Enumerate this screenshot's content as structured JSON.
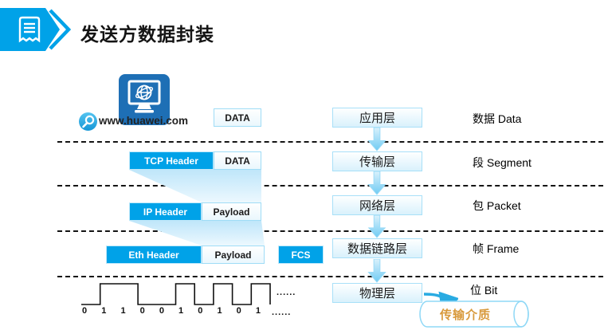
{
  "slide": {
    "title": "发送方数据封装"
  },
  "host": {
    "url": "www.huawei.com"
  },
  "layers": [
    {
      "name": "应用层",
      "pdu": "数据 Data",
      "boxes": [
        {
          "label": "DATA"
        }
      ]
    },
    {
      "name": "传输层",
      "pdu": "段 Segment",
      "boxes": [
        {
          "label": "TCP Header"
        },
        {
          "label": "DATA"
        }
      ]
    },
    {
      "name": "网络层",
      "pdu": "包 Packet",
      "boxes": [
        {
          "label": "IP Header"
        },
        {
          "label": "Payload"
        }
      ]
    },
    {
      "name": "数据链路层",
      "pdu": "帧 Frame",
      "boxes": [
        {
          "label": "Eth Header"
        },
        {
          "label": "Payload"
        },
        {
          "label": "FCS"
        }
      ]
    },
    {
      "name": "物理层",
      "pdu": "位 Bit",
      "boxes": []
    }
  ],
  "physical": {
    "bits": [
      "0",
      "1",
      "1",
      "0",
      "0",
      "1",
      "0",
      "1",
      "0",
      "1"
    ],
    "wave_ellipsis": "......",
    "bits_ellipsis": "......",
    "medium": "传输介质"
  },
  "icons": {
    "banner": "document-receipt-icon",
    "computer": "computer-globe-icon",
    "search": "magnifier-icon"
  },
  "colors": {
    "accent": "#00A2E8",
    "solid_box": "#00A2E8",
    "layer_box_border": "#A8E0F8",
    "computer_icon_blue": "#1E6FB5",
    "curved_arrow": "#29ABE2",
    "medium_text": "#D8993B"
  }
}
